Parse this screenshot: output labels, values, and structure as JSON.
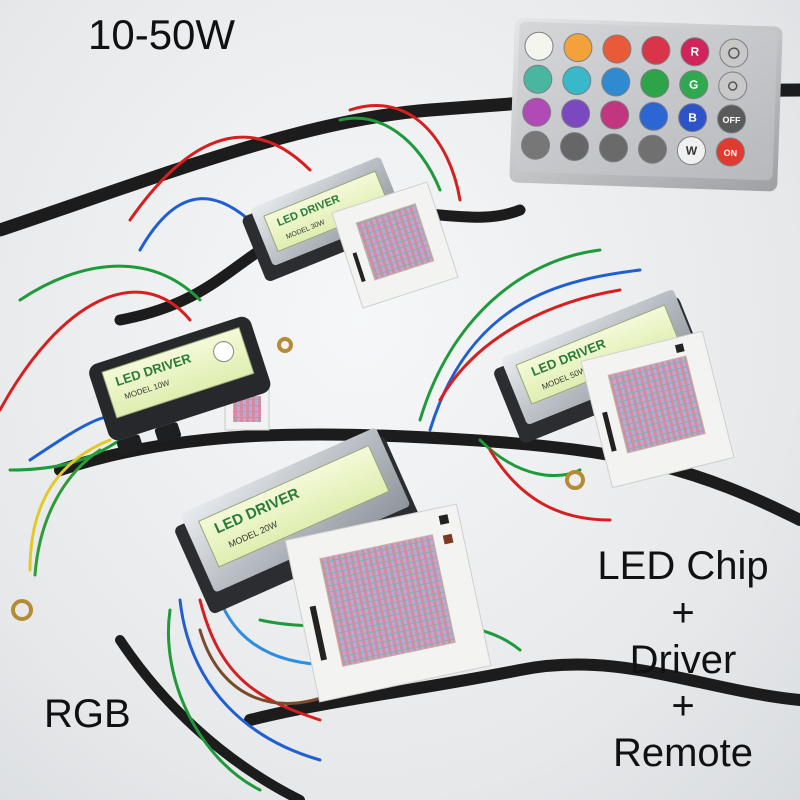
{
  "captions": {
    "title": "10-50W",
    "rgb": "RGB",
    "combo": [
      "LED Chip",
      "+",
      "Driver",
      "+",
      "Remote"
    ]
  },
  "drivers": {
    "brand": "LED DRIVER",
    "models": [
      "MODEL 10W",
      "MODEL 30W",
      "MODEL 50W",
      "MODEL 20W"
    ]
  },
  "remote": {
    "buttons": [
      {
        "color": "#f5f5f0",
        "label": ""
      },
      {
        "color": "#f3a13a",
        "label": ""
      },
      {
        "color": "#e85a3a",
        "label": ""
      },
      {
        "color": "#d9354a",
        "label": ""
      },
      {
        "color": "#d0245a",
        "label": "R"
      },
      {
        "color": "#c8c8c8",
        "label": "",
        "icon": "sun-up-icon"
      },
      {
        "color": "#49b7a0",
        "label": ""
      },
      {
        "color": "#39b8c9",
        "label": ""
      },
      {
        "color": "#2f8ad0",
        "label": ""
      },
      {
        "color": "#2da34a",
        "label": ""
      },
      {
        "color": "#2fa850",
        "label": "G"
      },
      {
        "color": "#c8c8c8",
        "label": "",
        "icon": "sun-down-icon"
      },
      {
        "color": "#b04bb5",
        "label": ""
      },
      {
        "color": "#7a49c0",
        "label": ""
      },
      {
        "color": "#c2367f",
        "label": ""
      },
      {
        "color": "#2b66d3",
        "label": ""
      },
      {
        "color": "#2d52c9",
        "label": "B"
      },
      {
        "color": "#5a5a5a",
        "label": "OFF"
      },
      {
        "color": "#777777",
        "label": ""
      },
      {
        "color": "#666666",
        "label": ""
      },
      {
        "color": "#6a6a6a",
        "label": ""
      },
      {
        "color": "#707070",
        "label": ""
      },
      {
        "color": "#f0f0f0",
        "label": "W"
      },
      {
        "color": "#e23a2e",
        "label": "ON"
      }
    ]
  }
}
